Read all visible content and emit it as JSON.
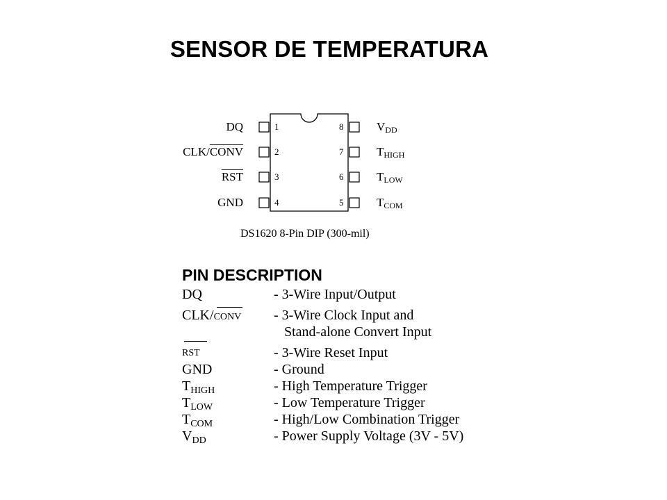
{
  "title": "SENSOR DE TEMPERATURA",
  "diagram": {
    "caption": "DS1620 8-Pin DIP (300-mil)",
    "left_pins": [
      {
        "number": "1",
        "label": "DQ"
      },
      {
        "number": "2",
        "label_a": "CLK/",
        "label_b": "CONV"
      },
      {
        "number": "3",
        "label": "RST"
      },
      {
        "number": "4",
        "label": "GND"
      }
    ],
    "right_pins": [
      {
        "number": "8",
        "main": "V",
        "sub": "DD"
      },
      {
        "number": "7",
        "main": "T",
        "sub": "HIGH"
      },
      {
        "number": "6",
        "main": "T",
        "sub": "LOW"
      },
      {
        "number": "5",
        "main": "T",
        "sub": "COM"
      }
    ]
  },
  "pin_description": {
    "heading": "PIN DESCRIPTION",
    "rows": [
      {
        "pin": "DQ",
        "text": "- 3-Wire Input/Output"
      },
      {
        "pin_a": "CLK/",
        "pin_b": "CONV",
        "text": "- 3-Wire Clock Input and",
        "continuation": "Stand-alone Convert Input"
      },
      {
        "pin": "RST",
        "text": "- 3-Wire Reset Input"
      },
      {
        "pin": "GND",
        "text": "- Ground"
      },
      {
        "pin_main": "T",
        "pin_sub": "HIGH",
        "text": "- High Temperature Trigger"
      },
      {
        "pin_main": "T",
        "pin_sub": "LOW",
        "text": "- Low Temperature Trigger"
      },
      {
        "pin_main": "T",
        "pin_sub": "COM",
        "text": "- High/Low Combination Trigger"
      },
      {
        "pin_main": "V",
        "pin_sub": "DD",
        "text": "- Power Supply Voltage (3V - 5V)"
      }
    ]
  }
}
